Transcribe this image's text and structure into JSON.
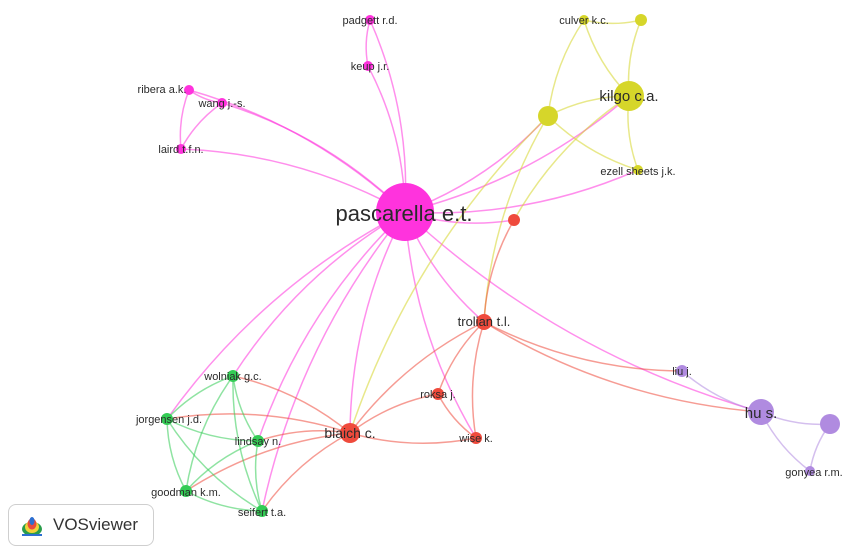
{
  "app": {
    "name": "VOSviewer"
  },
  "clusters": {
    "magenta": "#ff33dd",
    "yellow": "#d6d62a",
    "red": "#ef4a3c",
    "green": "#33cc55",
    "purple": "#b08be0"
  },
  "nodes": [
    {
      "id": "pascarella",
      "label": "pascarella e.t.",
      "cluster": "magenta"
    },
    {
      "id": "padgett",
      "label": "padgett r.d.",
      "cluster": "magenta"
    },
    {
      "id": "keup",
      "label": "keup j.r.",
      "cluster": "magenta"
    },
    {
      "id": "ribera",
      "label": "ribera a.k.",
      "cluster": "magenta"
    },
    {
      "id": "wang",
      "label": "wang j.-s.",
      "cluster": "magenta"
    },
    {
      "id": "laird",
      "label": "laird t.f.n.",
      "cluster": "magenta"
    },
    {
      "id": "culver",
      "label": "culver k.c.",
      "cluster": "yellow"
    },
    {
      "id": "y_top",
      "label": "",
      "cluster": "yellow"
    },
    {
      "id": "kilgo",
      "label": "kilgo c.a.",
      "cluster": "yellow"
    },
    {
      "id": "y_mid",
      "label": "",
      "cluster": "yellow"
    },
    {
      "id": "ezell",
      "label": "ezell sheets j.k.",
      "cluster": "yellow"
    },
    {
      "id": "r_small",
      "label": "",
      "cluster": "red"
    },
    {
      "id": "trolian",
      "label": "trolian t.l.",
      "cluster": "red"
    },
    {
      "id": "roksa",
      "label": "roksa j.",
      "cluster": "red"
    },
    {
      "id": "blaich",
      "label": "blaich c.",
      "cluster": "red"
    },
    {
      "id": "wise",
      "label": "wise k.",
      "cluster": "red"
    },
    {
      "id": "wolniak",
      "label": "wolniak g.c.",
      "cluster": "green"
    },
    {
      "id": "jorgensen",
      "label": "jorgensen j.d.",
      "cluster": "green"
    },
    {
      "id": "lindsay",
      "label": "lindsay n.",
      "cluster": "green"
    },
    {
      "id": "goodman",
      "label": "goodman k.m.",
      "cluster": "green"
    },
    {
      "id": "seifert",
      "label": "seifert t.a.",
      "cluster": "green"
    },
    {
      "id": "liu",
      "label": "liu j.",
      "cluster": "purple"
    },
    {
      "id": "hu",
      "label": "hu s.",
      "cluster": "purple"
    },
    {
      "id": "p_node",
      "label": "",
      "cluster": "purple"
    },
    {
      "id": "gonyea",
      "label": "gonyea r.m.",
      "cluster": "purple"
    }
  ],
  "edges": [
    [
      "pascarella",
      "padgett"
    ],
    [
      "pascarella",
      "keup"
    ],
    [
      "pascarella",
      "ribera"
    ],
    [
      "pascarella",
      "wang"
    ],
    [
      "pascarella",
      "laird"
    ],
    [
      "padgett",
      "keup"
    ],
    [
      "ribera",
      "wang"
    ],
    [
      "ribera",
      "laird"
    ],
    [
      "wang",
      "laird"
    ],
    [
      "pascarella",
      "y_mid"
    ],
    [
      "pascarella",
      "kilgo"
    ],
    [
      "pascarella",
      "ezell"
    ],
    [
      "pascarella",
      "r_small"
    ],
    [
      "pascarella",
      "trolian"
    ],
    [
      "pascarella",
      "blaich"
    ],
    [
      "pascarella",
      "wolniak"
    ],
    [
      "pascarella",
      "jorgensen"
    ],
    [
      "pascarella",
      "lindsay"
    ],
    [
      "pascarella",
      "seifert"
    ],
    [
      "pascarella",
      "hu"
    ],
    [
      "pascarella",
      "wise"
    ],
    [
      "culver",
      "y_top"
    ],
    [
      "culver",
      "kilgo"
    ],
    [
      "culver",
      "y_mid"
    ],
    [
      "y_top",
      "kilgo"
    ],
    [
      "kilgo",
      "y_mid"
    ],
    [
      "kilgo",
      "ezell"
    ],
    [
      "y_mid",
      "ezell"
    ],
    [
      "y_mid",
      "trolian"
    ],
    [
      "y_mid",
      "blaich"
    ],
    [
      "kilgo",
      "r_small"
    ],
    [
      "r_small",
      "trolian"
    ],
    [
      "trolian",
      "roksa"
    ],
    [
      "trolian",
      "blaich"
    ],
    [
      "trolian",
      "wise"
    ],
    [
      "trolian",
      "hu"
    ],
    [
      "trolian",
      "liu"
    ],
    [
      "roksa",
      "blaich"
    ],
    [
      "roksa",
      "wise"
    ],
    [
      "blaich",
      "wise"
    ],
    [
      "blaich",
      "wolniak"
    ],
    [
      "blaich",
      "jorgensen"
    ],
    [
      "blaich",
      "seifert"
    ],
    [
      "blaich",
      "goodman"
    ],
    [
      "blaich",
      "lindsay"
    ],
    [
      "wolniak",
      "jorgensen"
    ],
    [
      "wolniak",
      "lindsay"
    ],
    [
      "wolniak",
      "goodman"
    ],
    [
      "wolniak",
      "seifert"
    ],
    [
      "jorgensen",
      "lindsay"
    ],
    [
      "jorgensen",
      "goodman"
    ],
    [
      "jorgensen",
      "seifert"
    ],
    [
      "lindsay",
      "goodman"
    ],
    [
      "lindsay",
      "seifert"
    ],
    [
      "goodman",
      "seifert"
    ],
    [
      "liu",
      "hu"
    ],
    [
      "hu",
      "p_node"
    ],
    [
      "hu",
      "gonyea"
    ],
    [
      "p_node",
      "gonyea"
    ]
  ]
}
